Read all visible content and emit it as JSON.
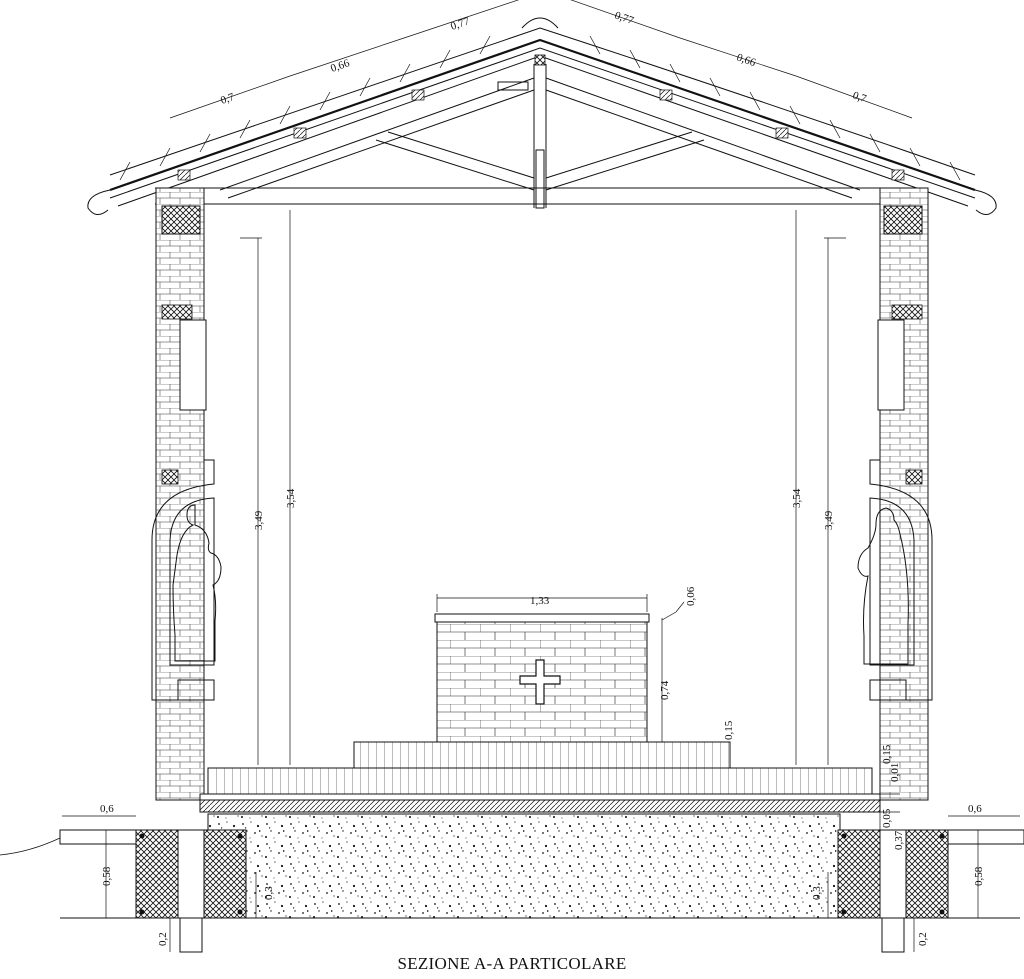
{
  "title": "SEZIONE A-A PARTICOLARE",
  "roof_dimensions": {
    "left_1": "0,7",
    "left_2": "0,66",
    "left_3": "0,77",
    "right_3": "0,77",
    "right_2": "0,66",
    "right_1": "0,7"
  },
  "wall_dimensions": {
    "left_outer_height": "3,49",
    "left_inner_height": "3,54",
    "right_inner_height": "3,54",
    "right_outer_height": "3,49"
  },
  "altar_dimensions": {
    "width": "1,33",
    "top_slab": "0,06",
    "height": "0,74",
    "step": "0,15"
  },
  "floor_dimensions": {
    "step_right": "0,15",
    "tile": "0,01",
    "screed": "0,05",
    "slab": "0,37"
  },
  "foundation_dimensions": {
    "left_overhang": "0,6",
    "right_overhang": "0,6",
    "left_depth": "0,58",
    "right_depth": "0,58",
    "left_inner_depth": "0,3",
    "right_inner_depth": "0,3",
    "left_pile": "0,2",
    "right_pile": "0,2"
  }
}
